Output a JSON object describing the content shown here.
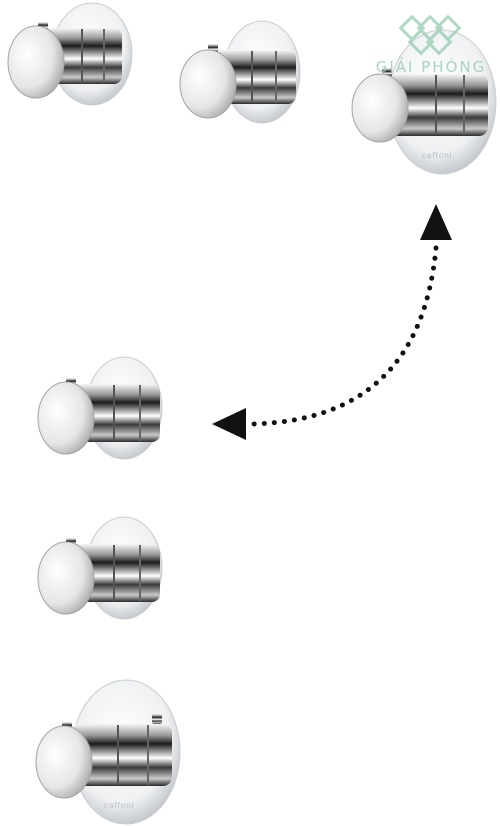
{
  "watermark": {
    "text": "GIẢI PHÓNG",
    "color": "#9ccfb3"
  },
  "products": [
    {
      "id": "valve-top-left",
      "engraving": ""
    },
    {
      "id": "valve-top-mid",
      "engraving": ""
    },
    {
      "id": "valve-top-right",
      "engraving": "caffoni"
    },
    {
      "id": "valve-mid-left",
      "engraving": ""
    },
    {
      "id": "valve-lower-left",
      "engraving": ""
    },
    {
      "id": "valve-bottom-left",
      "engraving": "caffoni"
    }
  ],
  "connector": {
    "style": "dotted",
    "color": "#111111",
    "arrowheads": [
      "arrow-up-icon",
      "arrow-left-icon"
    ]
  }
}
